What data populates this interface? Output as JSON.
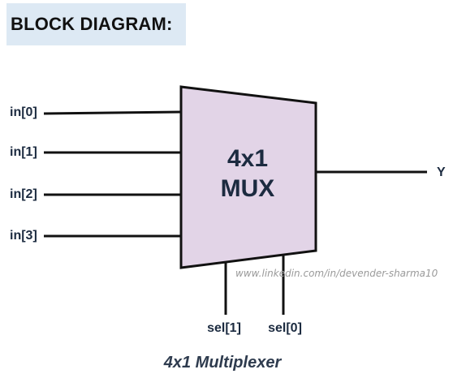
{
  "heading": "BLOCK DIAGRAM:",
  "mux": {
    "line1": "4x1",
    "line2": "MUX",
    "fill_color": "#e2d4e7",
    "stroke_color": "#111111"
  },
  "inputs": [
    "in[0]",
    "in[1]",
    "in[2]",
    "in[3]"
  ],
  "selects": [
    "sel[1]",
    "sel[0]"
  ],
  "output": "Y",
  "watermark": "www.linkedin.com/in/devender-sharma10",
  "caption": "4x1 Multiplexer"
}
